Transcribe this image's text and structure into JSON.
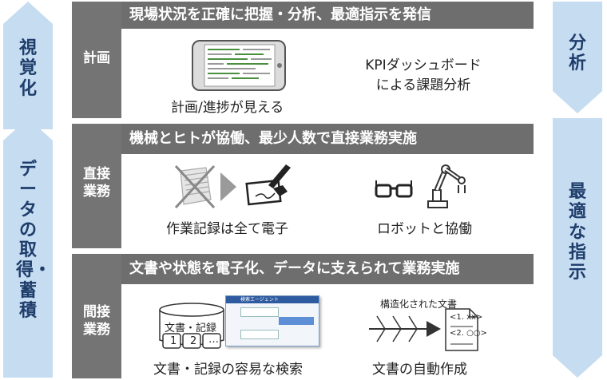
{
  "left_arrows": {
    "top_label": "視覚化",
    "bottom_label": "データの取得・蓄積"
  },
  "right_arrows": {
    "top_label": "分析",
    "bottom_label": "最適な指示"
  },
  "rows": [
    {
      "label": "計画",
      "header": "現場状況を正確に把握・分析、最適指示を発信",
      "items": [
        "計画/進捗が見える",
        "KPIダッシュボード\nによる課題分析"
      ]
    },
    {
      "label": "直接\n業務",
      "header": "機械とヒトが協働、最少人数で直接業務実施",
      "items": [
        "作業記録は全て電子",
        "ロボットと協働"
      ]
    },
    {
      "label": "間接\n業務",
      "header": "文書や状態を電子化、データに支えられて業務実施",
      "items": [
        "文書・記録の容易な検索",
        "文書の自動作成"
      ],
      "db_label": "文書・記録",
      "db_items": [
        "1",
        "2",
        "…"
      ],
      "search_screen_title": "検索エージェント",
      "structured_label": "構造化された文書",
      "doc_lines": [
        "<1. xx>",
        "<2. ○○>"
      ]
    }
  ],
  "colors": {
    "arrow_fill": "#c5dcf1",
    "arrow_text": "#1f3d6b",
    "header_bg": "#6e6e6e",
    "label_bg": "#747474"
  }
}
